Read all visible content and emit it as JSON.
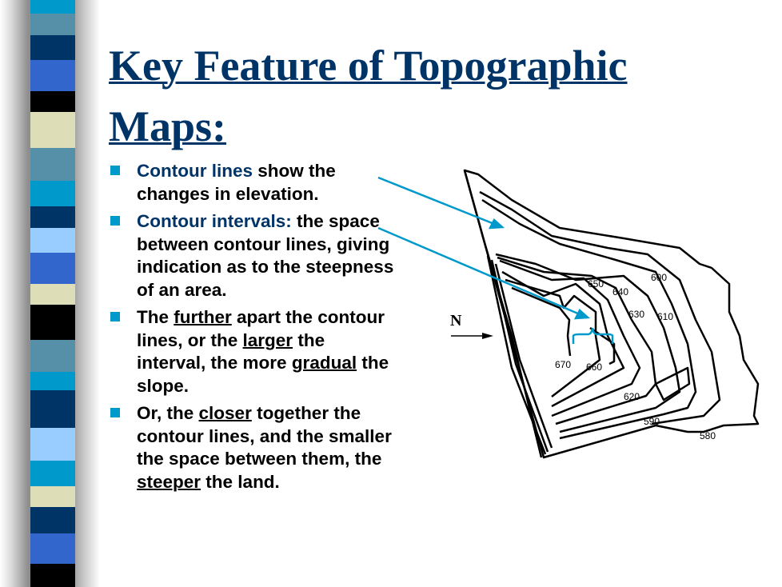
{
  "slide": {
    "title": "Key Feature of Topographic Maps:",
    "bullets": [
      {
        "highlight": "Contour lines",
        "text": " show the changes in elevation."
      },
      {
        "highlight": "Contour intervals:",
        "text": "  the space between contour lines, giving indication as to the steepness of an area."
      },
      {
        "p1": "The ",
        "u1": "further",
        "p2": " apart the contour lines, or the ",
        "u2": "larger",
        "p3": " the interval, the more ",
        "u3": "gradual",
        "p4": " the slope."
      },
      {
        "p1": "Or, the ",
        "u1": "closer",
        "p2": " together the contour lines, and the smaller the space between them, the ",
        "u2": "steeper",
        "p3": " the land."
      }
    ]
  },
  "map": {
    "north_label": "N",
    "contour_labels": [
      "650",
      "640",
      "600",
      "630",
      "610",
      "670",
      "660",
      "620",
      "590",
      "580"
    ]
  },
  "colors": {
    "title": "#003366",
    "accent": "#0099cc",
    "highlight": "#003366"
  }
}
